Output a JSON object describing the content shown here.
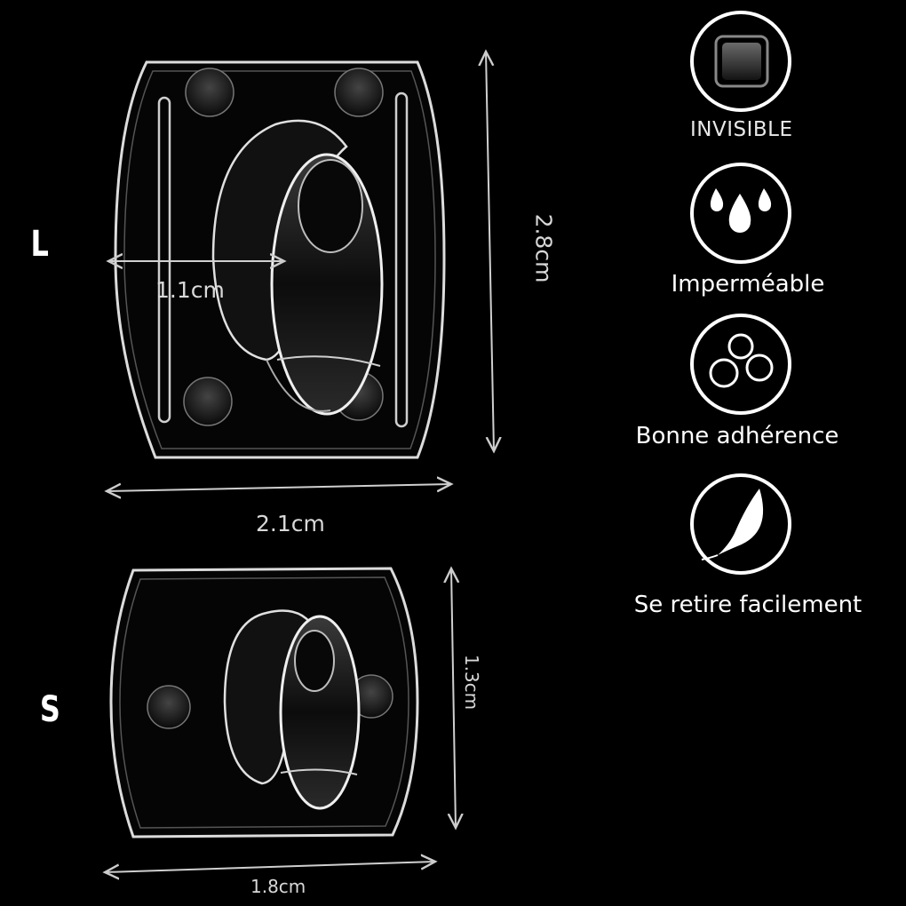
{
  "sizes": {
    "large": {
      "letter": "L",
      "width_label": "2.1cm",
      "height_label": "2.8cm",
      "hook_label": "1.1cm"
    },
    "small": {
      "letter": "S",
      "width_label": "1.8cm",
      "height_label": "1.3cm"
    }
  },
  "features": [
    {
      "label": "INVISIBLE",
      "icon": "square-icon"
    },
    {
      "label": "Imperméable",
      "icon": "water-drops-icon"
    },
    {
      "label": "Bonne adhérence",
      "icon": "circles-icon"
    },
    {
      "label": "Se retire facilement",
      "icon": "feather-icon"
    }
  ]
}
